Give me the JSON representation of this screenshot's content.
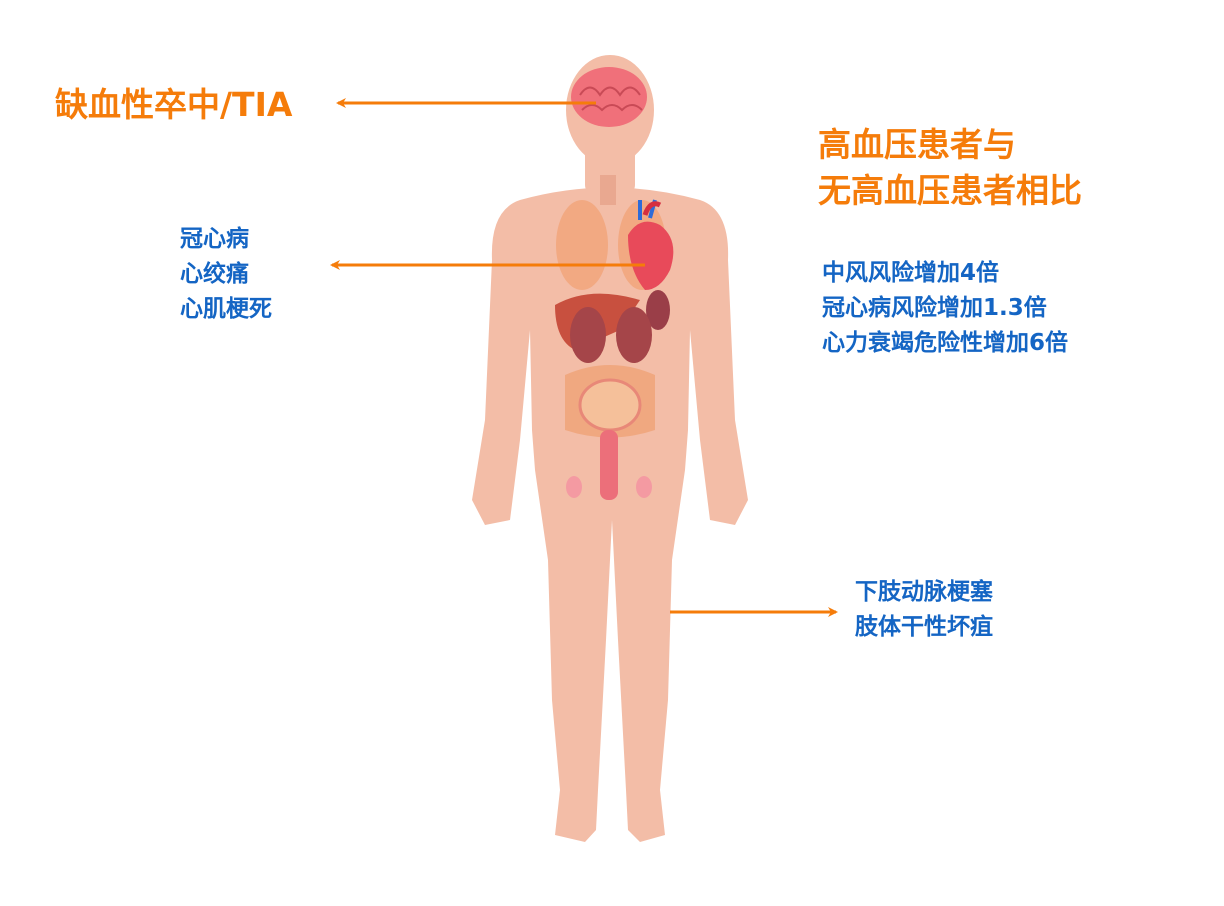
{
  "colors": {
    "orange": "#f57c0a",
    "blue": "#1465c4",
    "skin": "#f3bda7"
  },
  "left": {
    "stroke_label": "缺血性卒中/TIA",
    "heart_items": [
      "冠心病",
      "心绞痛",
      "心肌梗死"
    ]
  },
  "right": {
    "title_lines": [
      "高血压患者与",
      "无高血压患者相比"
    ],
    "risk_items": [
      "中风风险增加4倍",
      "冠心病风险增加1.3倍",
      "心力衰竭危险性增加6倍"
    ]
  },
  "legs": {
    "items": [
      "下肢动脉梗塞",
      "肢体干性坏疽"
    ]
  },
  "icons": [
    "brain-icon",
    "heart-icon",
    "arrow-left-icon",
    "arrow-right-icon"
  ]
}
